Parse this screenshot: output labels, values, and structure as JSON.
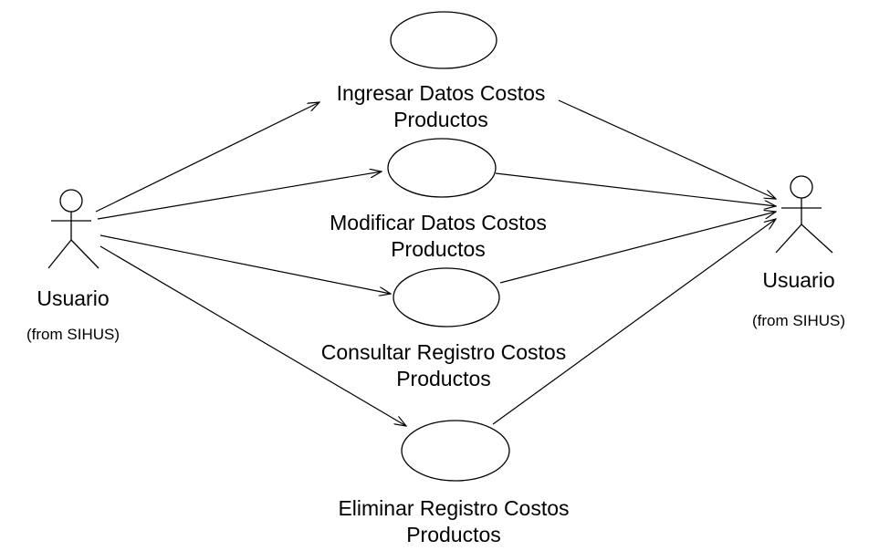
{
  "diagram": {
    "actors": [
      {
        "id": "left",
        "name": "Usuario",
        "package": "(from SIHUS)"
      },
      {
        "id": "right",
        "name": "Usuario",
        "package": "(from SIHUS)"
      }
    ],
    "use_cases": [
      {
        "id": "uc1",
        "line1": "Ingresar Datos Costos",
        "line2": "Productos"
      },
      {
        "id": "uc2",
        "line1": "Modificar Datos Costos",
        "line2": "Productos"
      },
      {
        "id": "uc3",
        "line1": "Consultar Registro Costos",
        "line2": "Productos"
      },
      {
        "id": "uc4",
        "line1": "Eliminar Registro Costos",
        "line2": "Productos"
      }
    ]
  }
}
